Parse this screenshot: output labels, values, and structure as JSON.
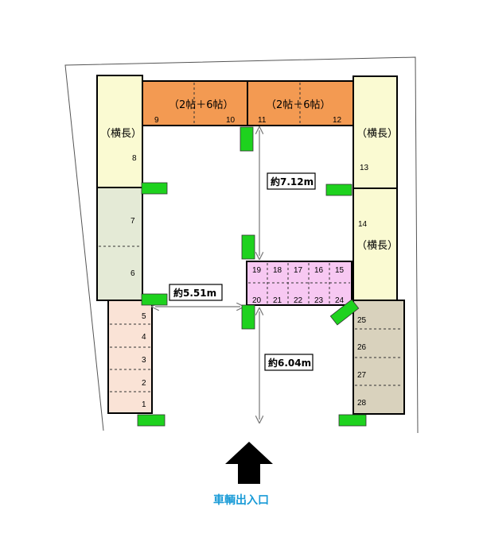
{
  "colors": {
    "orange": "#f39a52",
    "cream": "#fafad2",
    "sage": "#e4ead6",
    "pink_light": "#fae3d6",
    "purple_pink": "#f7c8f2",
    "tan": "#d9d2bd",
    "green": "#1ed21e",
    "entry_blue": "#1a9bd7"
  },
  "rooms": {
    "left": "（2帖＋6帖）",
    "right": "（2帖＋6帖）"
  },
  "labels": {
    "yokonaga_left": "（横長）",
    "yokonaga_right_top": "（横長）",
    "yokonaga_right_bottom": "（横長）"
  },
  "measurements": {
    "vertical_top": "約7.12m",
    "horizontal": "約5.51m",
    "vertical_bottom": "約6.04m"
  },
  "entrance": {
    "label": "車輌出入口",
    "icon": "up-arrow-icon"
  },
  "space_numbers": {
    "s1": "1",
    "s2": "2",
    "s3": "3",
    "s4": "4",
    "s5": "5",
    "s6": "6",
    "s7": "7",
    "s8": "8",
    "s9": "9",
    "s10": "10",
    "s11": "11",
    "s12": "12",
    "s13": "13",
    "s14": "14",
    "s15": "15",
    "s16": "16",
    "s17": "17",
    "s18": "18",
    "s19": "19",
    "s20": "20",
    "s21": "21",
    "s22": "22",
    "s23": "23",
    "s24": "24",
    "s25": "25",
    "s26": "26",
    "s27": "27",
    "s28": "28"
  }
}
